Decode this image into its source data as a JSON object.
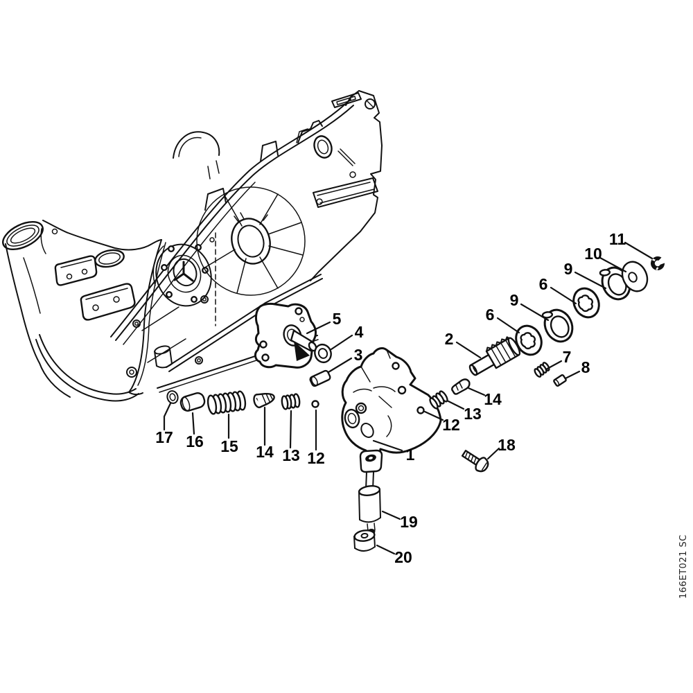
{
  "figure": {
    "code": "166ET021 SC"
  },
  "colors": {
    "line": "#111111",
    "background": "#ffffff"
  },
  "callouts": [
    {
      "label": "1"
    },
    {
      "label": "2"
    },
    {
      "label": "3"
    },
    {
      "label": "4"
    },
    {
      "label": "5"
    },
    {
      "label": "6"
    },
    {
      "label": "6"
    },
    {
      "label": "7"
    },
    {
      "label": "8"
    },
    {
      "label": "9"
    },
    {
      "label": "9"
    },
    {
      "label": "10"
    },
    {
      "label": "11"
    },
    {
      "label": "12"
    },
    {
      "label": "12"
    },
    {
      "label": "13"
    },
    {
      "label": "13"
    },
    {
      "label": "14"
    },
    {
      "label": "14"
    },
    {
      "label": "15"
    },
    {
      "label": "16"
    },
    {
      "label": "17"
    },
    {
      "label": "18"
    },
    {
      "label": "19"
    },
    {
      "label": "20"
    }
  ]
}
